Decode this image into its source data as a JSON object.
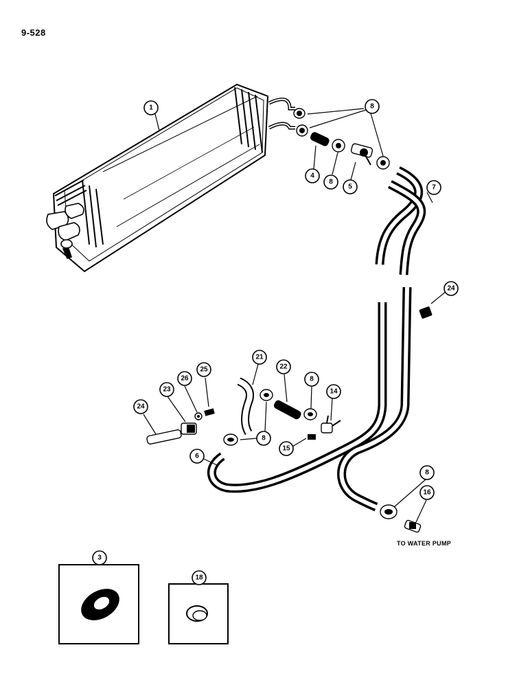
{
  "page_number": "9-528",
  "note_to_water_pump": "TO WATER PUMP",
  "colors": {
    "ink": "#000000",
    "paper": "#ffffff"
  },
  "callouts": [
    {
      "id": "c1",
      "label": "1"
    },
    {
      "id": "c8a",
      "label": "8"
    },
    {
      "id": "c4",
      "label": "4"
    },
    {
      "id": "c8b",
      "label": "8"
    },
    {
      "id": "c5",
      "label": "5"
    },
    {
      "id": "c7",
      "label": "7"
    },
    {
      "id": "c24a",
      "label": "24"
    },
    {
      "id": "c21",
      "label": "21"
    },
    {
      "id": "c22",
      "label": "22"
    },
    {
      "id": "c8c",
      "label": "8"
    },
    {
      "id": "c14",
      "label": "14"
    },
    {
      "id": "c26",
      "label": "26"
    },
    {
      "id": "c25",
      "label": "25"
    },
    {
      "id": "c23",
      "label": "23"
    },
    {
      "id": "c24b",
      "label": "24"
    },
    {
      "id": "c8d",
      "label": "8"
    },
    {
      "id": "c15",
      "label": "15"
    },
    {
      "id": "c6",
      "label": "6"
    },
    {
      "id": "c8e",
      "label": "8"
    },
    {
      "id": "c16",
      "label": "16"
    },
    {
      "id": "c3",
      "label": "3"
    },
    {
      "id": "c18",
      "label": "18"
    }
  ]
}
